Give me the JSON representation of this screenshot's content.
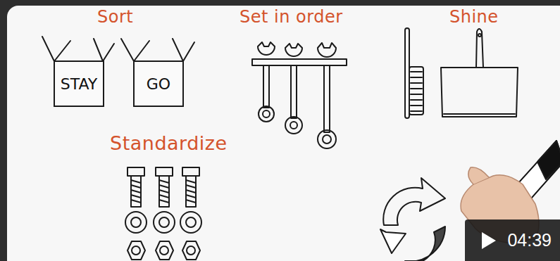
{
  "diagram": {
    "nodes": [
      {
        "text": [
          "STAY"
        ]
      },
      {
        "text": [
          "GO"
        ]
      },
      {
        "text": [
          "04:39"
        ]
      }
    ],
    "labels": [
      "Sort",
      "Set in order",
      "Shine",
      "Standardize"
    ]
  }
}
